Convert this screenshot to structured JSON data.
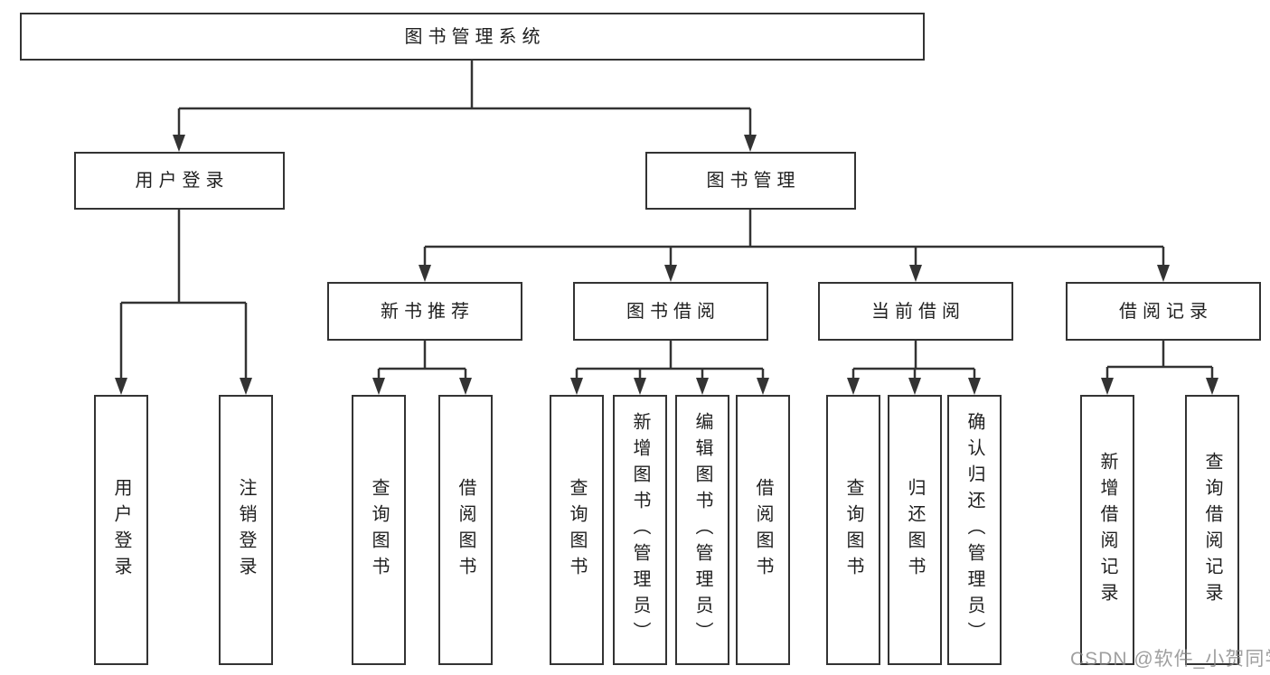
{
  "nodes": {
    "root": {
      "label": "图书管理系统"
    },
    "user_login": {
      "label": "用户登录"
    },
    "book_management": {
      "label": "图书管理"
    },
    "new_book_recommend": {
      "label": "新书推荐"
    },
    "book_borrow": {
      "label": "图书借阅"
    },
    "current_borrow": {
      "label": "当前借阅"
    },
    "borrow_record": {
      "label": "借阅记录"
    },
    "leaves": {
      "ul_login": {
        "label": "用户登录"
      },
      "ul_logout": {
        "label": "注销登录"
      },
      "nb_query": {
        "label": "查询图书"
      },
      "nb_borrow": {
        "label": "借阅图书"
      },
      "bb_query": {
        "label": "查询图书"
      },
      "bb_add": {
        "label": "新增图书（管理员）"
      },
      "bb_edit": {
        "label": "编辑图书（管理员）"
      },
      "bb_borrow": {
        "label": "借阅图书"
      },
      "cb_query": {
        "label": "查询图书"
      },
      "cb_return": {
        "label": "归还图书"
      },
      "cb_confirm": {
        "label": "确认归还（管理员）"
      },
      "br_add": {
        "label": "新增借阅记录"
      },
      "br_query": {
        "label": "查询借阅记录"
      }
    }
  },
  "watermark": {
    "text": "CSDN @软件_小贺同学"
  },
  "colors": {
    "background": "#ffffff",
    "line": "#333333",
    "box_border": "#333333",
    "text": "#1f1f1f",
    "watermark": "#878787"
  }
}
